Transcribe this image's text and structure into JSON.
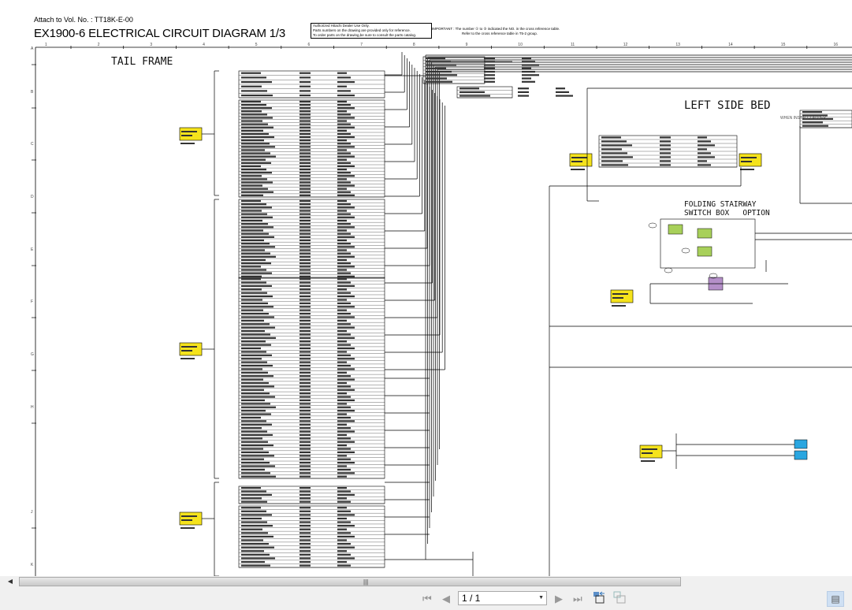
{
  "header": {
    "attach": "Attach to Vol. No. : TT18K-E-00",
    "title": "EX1900-6 ELECTRICAL CIRCUIT DIAGRAM 1/3",
    "notice_lines": [
      "Authorized Hitachi Dealer Use Only.",
      "Parts numbers on the drawing are provided only for reference.",
      "To order parts on the drawing,be sure to consult the parts catalog."
    ],
    "important_lines": [
      "IMPORTANT : The number ① to ⑤ indicated the NO. in the cross reference table.",
      "Refer to the cross reference table in T5-2 group."
    ]
  },
  "grid": {
    "columns": [
      "1",
      "2",
      "3",
      "4",
      "5",
      "6",
      "7",
      "8",
      "9",
      "10",
      "11",
      "12",
      "13",
      "14",
      "15",
      "16"
    ],
    "rows": [
      "A",
      "B",
      "C",
      "D",
      "E",
      "F",
      "G",
      "H",
      "J",
      "K"
    ]
  },
  "sections": {
    "tail_frame": "TAIL FRAME",
    "left_side_bed": "LEFT SIDE BED",
    "folding_stairway": "FOLDING STAIRWAY",
    "switch_box_option": "SWITCH BOX   OPTION",
    "when_install_ladder": "WHEN INSTALL LADDER"
  },
  "colors": {
    "connector": "#f5e31c",
    "switch_green": "#a8d05a",
    "switch_purple": "#b48fc8",
    "lamp_blue": "#2aa6e0"
  },
  "viewer": {
    "page_indicator": "1 / 1",
    "icons": [
      "first-page-icon",
      "prev-page-icon",
      "next-page-icon",
      "last-page-icon",
      "go-back-icon",
      "go-forward-icon",
      "single-page-view-icon"
    ]
  }
}
